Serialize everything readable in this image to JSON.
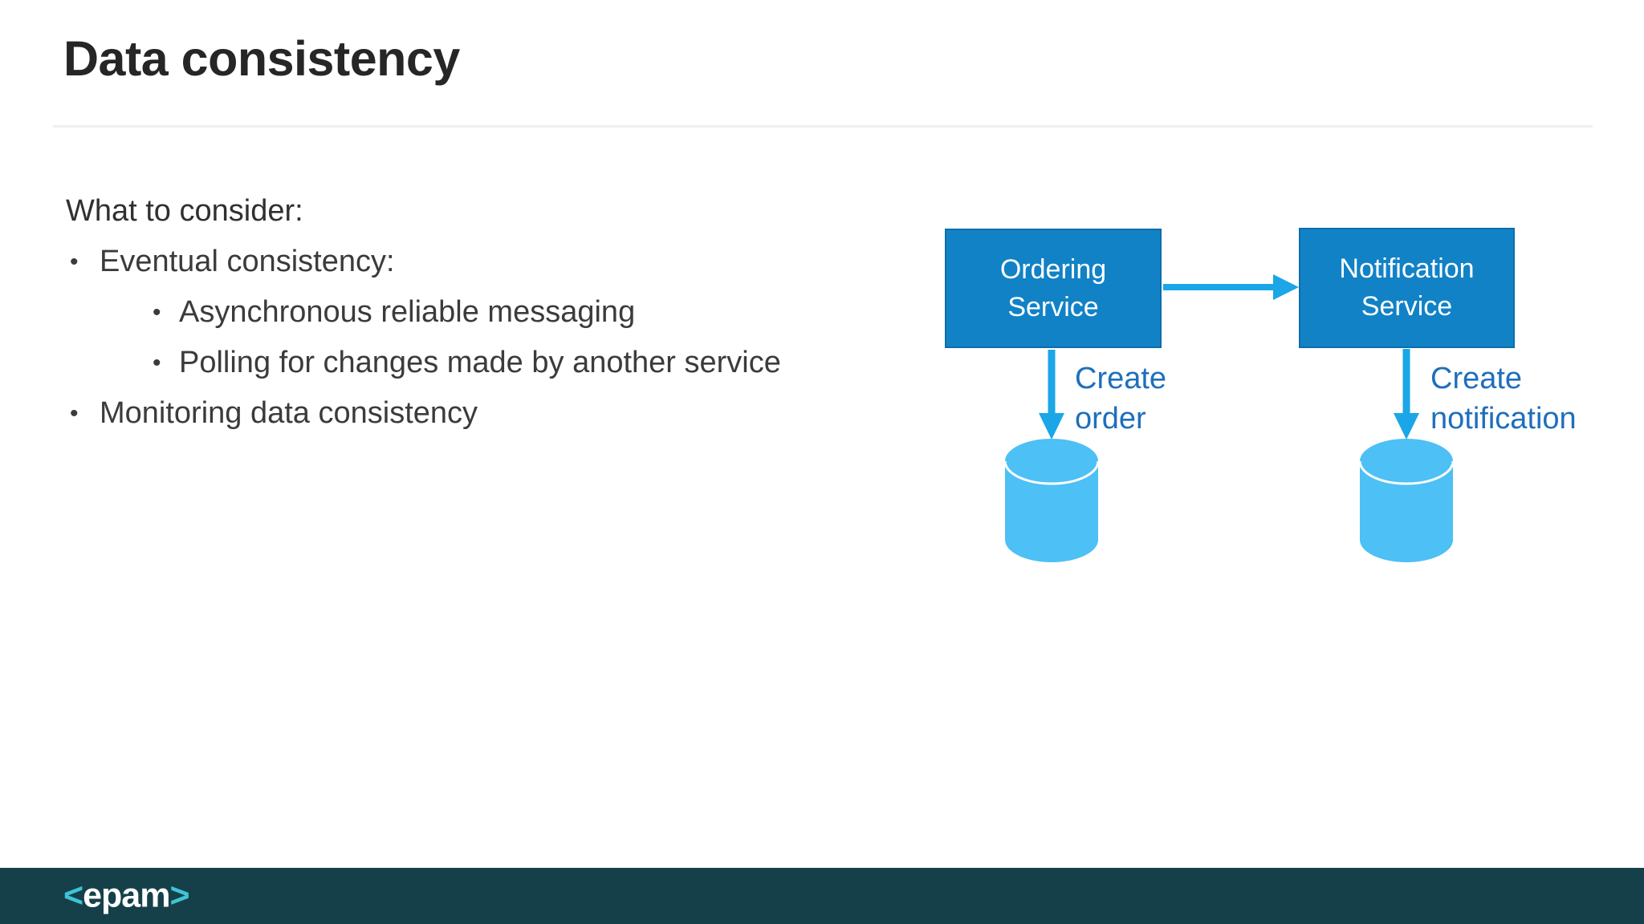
{
  "slide": {
    "title": "Data consistency",
    "content": {
      "heading": "What to consider:",
      "bullet_char": "•",
      "bullets": [
        {
          "level": 1,
          "text": "Eventual consistency:"
        },
        {
          "level": 2,
          "text": "Asynchronous reliable messaging"
        },
        {
          "level": 2,
          "text": "Polling for changes made by another service"
        },
        {
          "level": 1,
          "text": "Monitoring data consistency"
        }
      ]
    },
    "diagram": {
      "nodes": [
        {
          "id": "ordering",
          "label": "Ordering\nService"
        },
        {
          "id": "notification",
          "label": "Notification\nService"
        }
      ],
      "edges": [
        {
          "from": "ordering",
          "to": "notification",
          "label": ""
        },
        {
          "from": "ordering",
          "to": "ordering-database",
          "label": "Create\norder"
        },
        {
          "from": "notification",
          "to": "notification-database",
          "label": "Create\nnotification"
        }
      ],
      "colors": {
        "node_fill": "#1182c6",
        "node_border": "#0d6dab",
        "arrow": "#1ba6e7",
        "database": "#4dc0f5",
        "edge_label_text": "#1e6fbc"
      }
    },
    "footer": {
      "bar_color": "#154049",
      "logo": {
        "left_bracket": "<",
        "text": "epam",
        "right_bracket": ">",
        "bracket_color": "#3ec4d6"
      }
    }
  }
}
